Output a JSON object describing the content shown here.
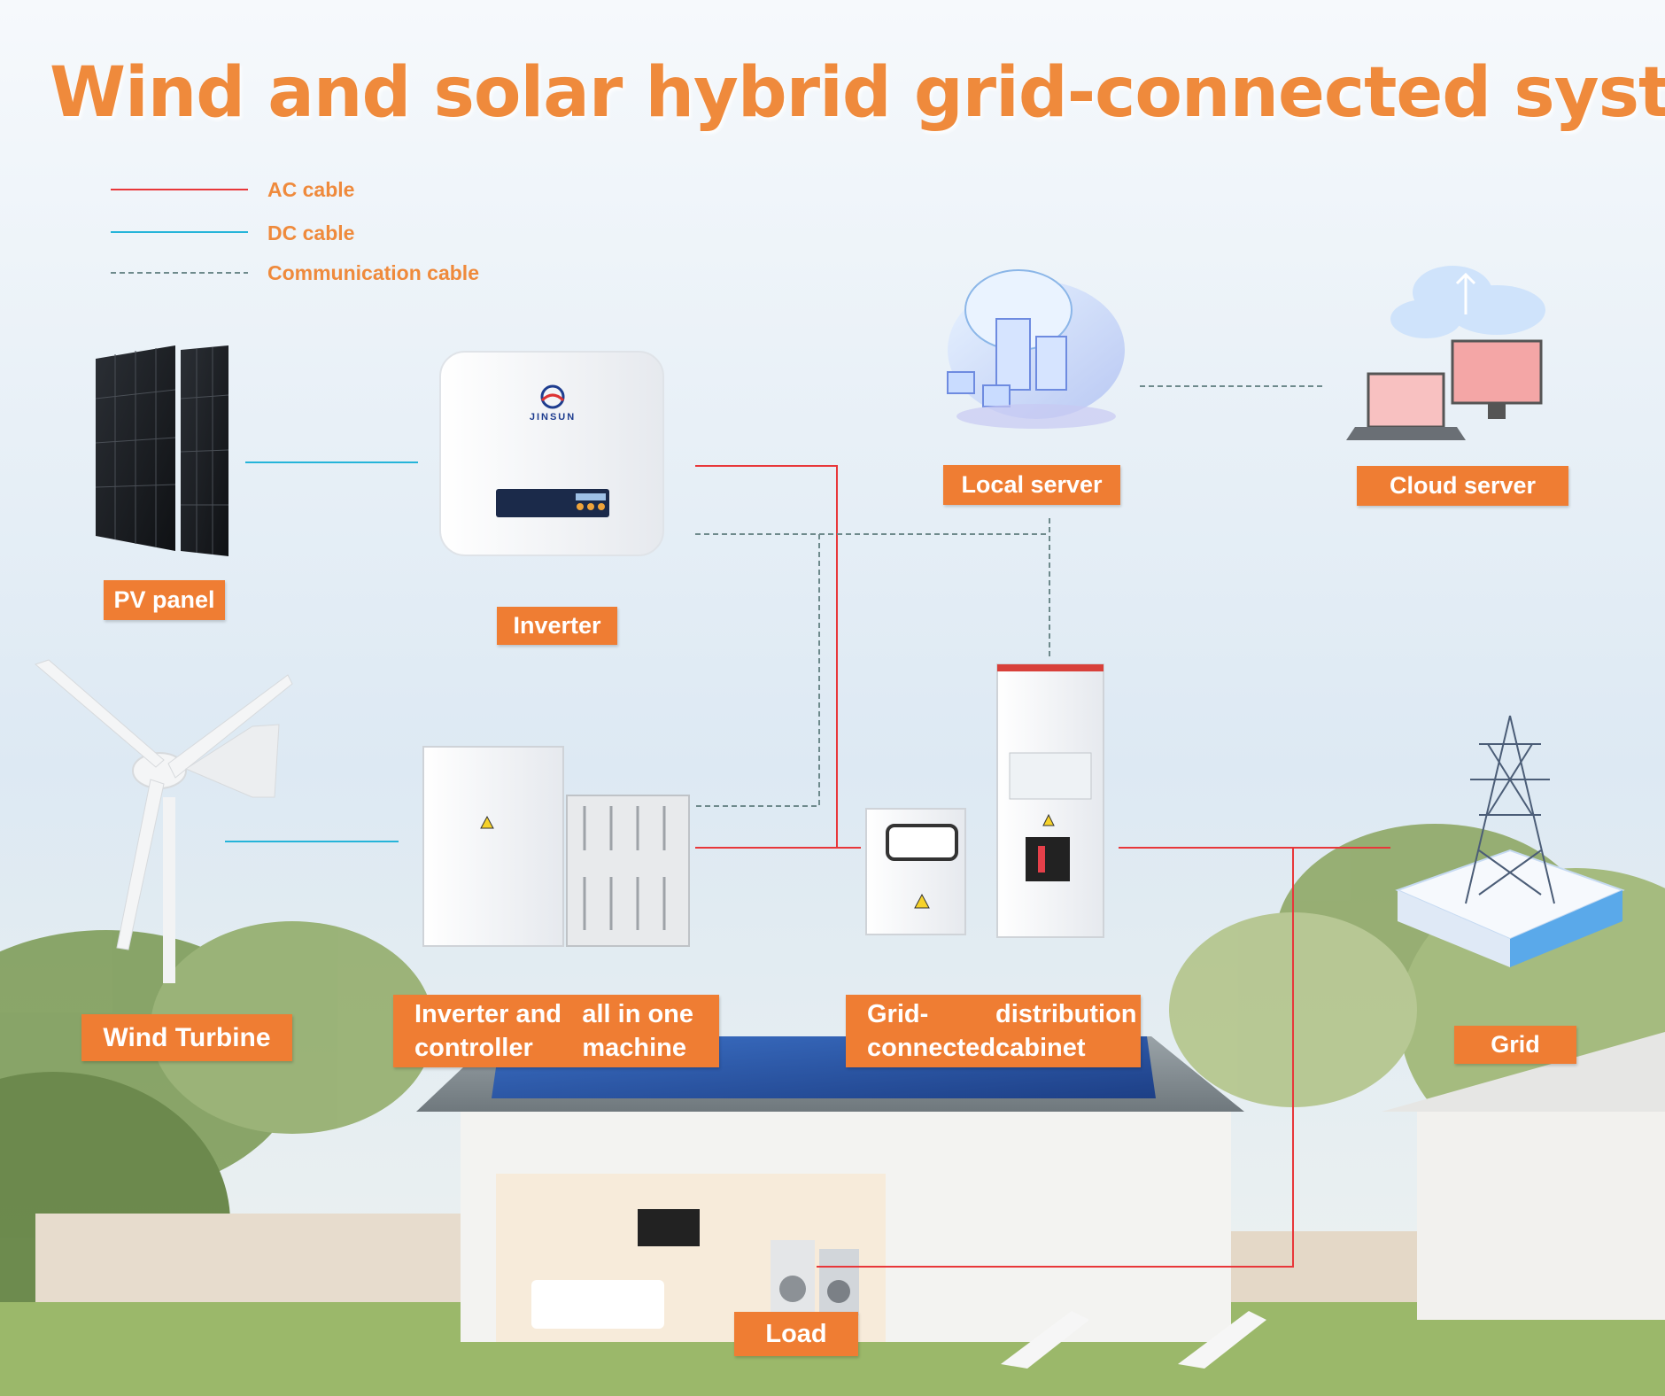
{
  "title": "Wind and solar hybrid grid-connected system",
  "legend": [
    {
      "label": "AC cable",
      "color": "#e8373a",
      "style": "solid"
    },
    {
      "label": "DC cable",
      "color": "#25b4d9",
      "style": "solid"
    },
    {
      "label": "Communication cable",
      "color": "#6e8a8c",
      "style": "dashed"
    }
  ],
  "components": {
    "pv_panel": "PV panel",
    "inverter": "Inverter",
    "inverter_brand": "JINSUN",
    "local_server": "Local server",
    "cloud_server": "Cloud server",
    "wind_turbine": "Wind Turbine",
    "all_in_one": [
      "Inverter and controller",
      "all in one machine"
    ],
    "cabinet": [
      "Grid-connected",
      "distribution cabinet"
    ],
    "grid": "Grid",
    "load": "Load"
  },
  "colors": {
    "accent": "#ef7d33",
    "title": "#ef8a3c"
  }
}
